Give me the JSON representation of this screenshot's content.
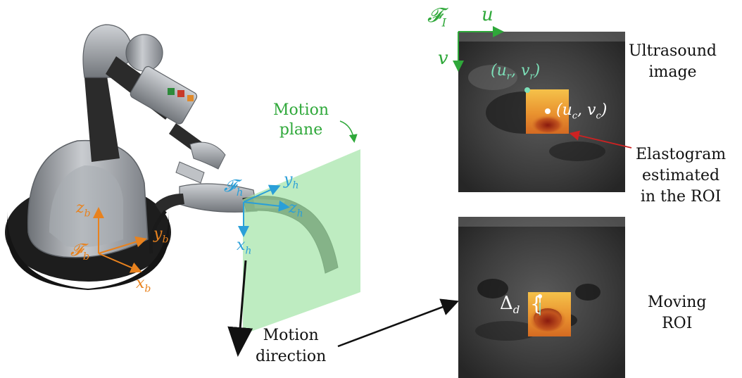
{
  "labels": {
    "motion_plane": [
      "Motion",
      "plane"
    ],
    "motion_direction": [
      "Motion",
      "direction"
    ],
    "ultrasound_image": [
      "Ultrasound",
      "image"
    ],
    "elastogram": [
      "Elastogram",
      "estimated",
      "in the ROI"
    ],
    "moving_roi": [
      "Moving",
      "ROI"
    ]
  },
  "frames": {
    "image_frame": "𝓕",
    "image_frame_sub": "I",
    "u_axis": "u",
    "v_axis": "v",
    "base_frame": "𝓕",
    "base_frame_sub": "b",
    "x_base": "x",
    "x_base_sub": "b",
    "y_base": "y",
    "y_base_sub": "b",
    "z_base": "z",
    "z_base_sub": "b",
    "probe_frame": "𝓕",
    "probe_frame_sub": "h",
    "x_probe": "x",
    "x_probe_sub": "h",
    "y_probe": "y",
    "y_probe_sub": "h",
    "z_probe": "z",
    "z_probe_sub": "h"
  },
  "points": {
    "roi_corner": "(u",
    "roi_corner_sub1": "r",
    "roi_corner_mid": ", v",
    "roi_corner_sub2": "r",
    "roi_corner_end": ")",
    "roi_center": "(u",
    "roi_center_sub1": "c",
    "roi_center_mid": ", v",
    "roi_center_sub2": "c",
    "roi_center_end": ")",
    "delta": "Δ",
    "delta_sub": "d",
    "brace": "{"
  },
  "colors": {
    "image_frame": "#2fa83a",
    "base_frame": "#e8821e",
    "probe_frame": "#2a9fd8",
    "motion_plane": "#a8e6ac",
    "arrow_red": "#cc2222",
    "roi_point": "#7de0b8"
  }
}
